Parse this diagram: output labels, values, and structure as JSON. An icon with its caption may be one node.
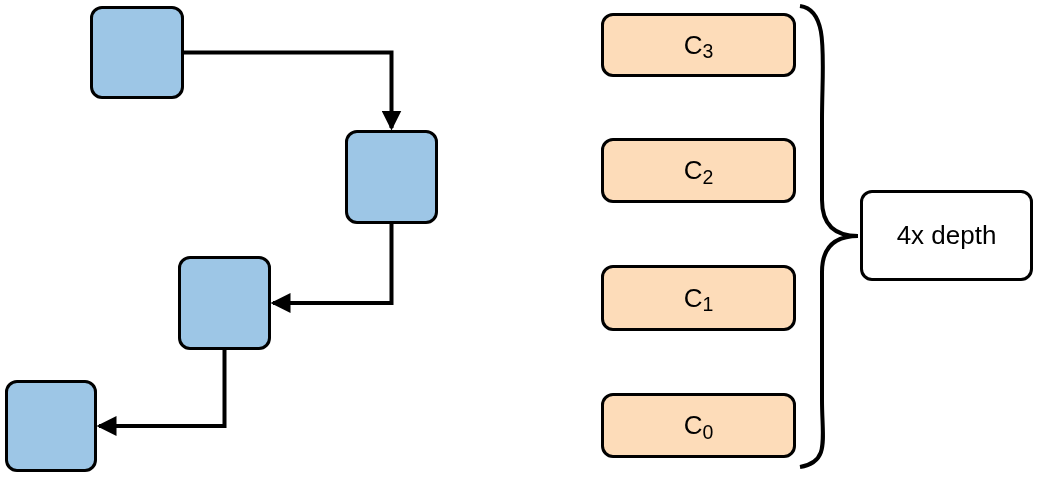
{
  "diagram": {
    "nodes": [
      {
        "text": [],
        "shape": "box"
      },
      {
        "text": [],
        "shape": "box"
      },
      {
        "text": [],
        "shape": "box"
      },
      {
        "text": [],
        "shape": "box"
      },
      {
        "text": [
          "C$_{3}$"
        ]
      },
      {
        "text": [
          "C$_{2}$"
        ]
      },
      {
        "text": [
          "C$_{1}$"
        ]
      },
      {
        "text": [
          "C$_{0}$"
        ]
      },
      {
        "text": [
          "4x depth"
        ]
      }
    ],
    "edges": [
      {
        "from": 0,
        "to": 1,
        "arrow": "to"
      },
      {
        "from": 1,
        "to": 2,
        "arrow": "to"
      },
      {
        "from": 2,
        "to": 3,
        "arrow": "to"
      }
    ]
  }
}
